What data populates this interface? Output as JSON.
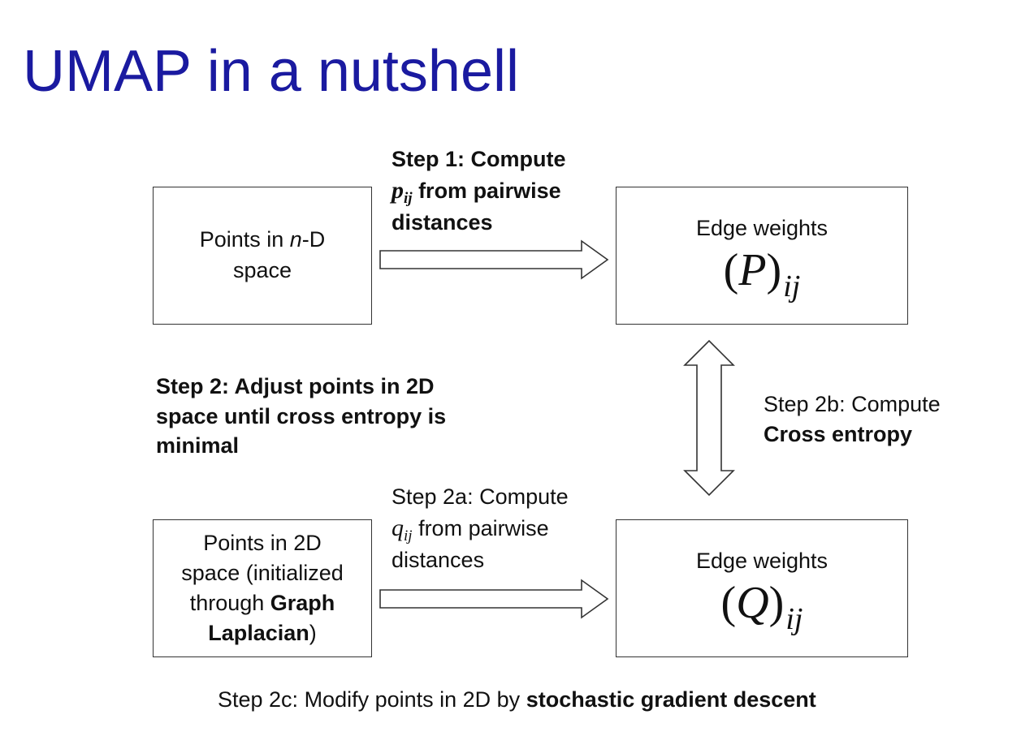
{
  "title": "UMAP in a nutshell",
  "boxes": {
    "points_nd": {
      "line1_prefix": "Points in ",
      "line1_var": "n",
      "line1_suffix": "-D",
      "line2": "space"
    },
    "edge_p": {
      "caption": "Edge weights",
      "symbol": "P",
      "subscript": "ij"
    },
    "points_2d": {
      "line1": "Points in 2D",
      "line2": "space (initialized",
      "line3_prefix": "through ",
      "line3_bold": "Graph",
      "line4_bold": "Laplacian",
      "line4_suffix": ")"
    },
    "edge_q": {
      "caption": "Edge weights",
      "symbol": "Q",
      "subscript": "ij"
    }
  },
  "steps": {
    "step1": {
      "line1": "Step 1: Compute",
      "var": "p",
      "var_sub": "ij",
      "line2_suffix": " from pairwise",
      "line3": "distances"
    },
    "step2": {
      "line1": "Step 2: Adjust points in 2D",
      "line2": "space until cross entropy is",
      "line3": "minimal"
    },
    "step2a": {
      "line1": "Step 2a: Compute",
      "var": "q",
      "var_sub": "ij",
      "line2_suffix": " from pairwise",
      "line3": "distances"
    },
    "step2b": {
      "line1": "Step 2b: Compute",
      "line2_bold": "Cross entropy"
    },
    "step2c": {
      "prefix": "Step 2c: Modify points in 2D by ",
      "bold": "stochastic gradient descent"
    }
  },
  "colors": {
    "title": "#1a1aa0",
    "border": "#333333"
  }
}
